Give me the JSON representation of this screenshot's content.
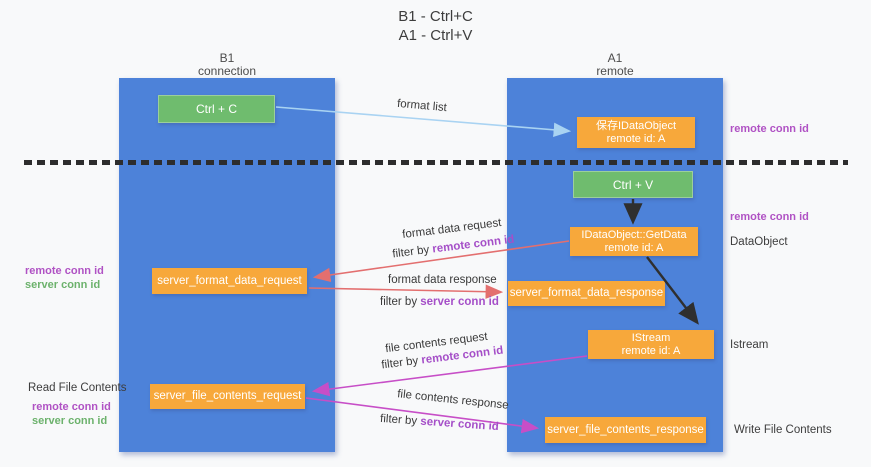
{
  "title": {
    "line1": "B1 - Ctrl+C",
    "line2": "A1 - Ctrl+V"
  },
  "lifelines": {
    "left": {
      "name": "B1",
      "role": "connection"
    },
    "right": {
      "name": "A1",
      "role": "remote"
    }
  },
  "nodes": {
    "ctrl_c": {
      "label": "Ctrl + C"
    },
    "ctrl_v": {
      "label": "Ctrl + V"
    },
    "save_dataobject": {
      "line1": "保存IDataObject",
      "line2": "remote id: A"
    },
    "getdata": {
      "line1": "IDataObject::GetData",
      "line2": "remote id: A"
    },
    "istream": {
      "line1": "IStream",
      "line2": "remote id: A"
    },
    "server_format_data_request": {
      "label": "server_format_data_request"
    },
    "server_format_data_response": {
      "label": "server_format_data_response"
    },
    "server_file_contents_request": {
      "label": "server_file_contents_request"
    },
    "server_file_contents_response": {
      "label": "server_file_contents_response"
    }
  },
  "flow_labels": {
    "format_list": "format list",
    "format_data_request": "format data request",
    "format_request_filter_prefix": "filter by ",
    "format_request_filter_key": "remote conn id",
    "format_data_response": "format data response",
    "format_response_filter_prefix": "filter by ",
    "format_response_filter_key": "server conn id",
    "file_contents_request": "file contents request",
    "file_request_filter_prefix": "filter by ",
    "file_request_filter_key": "remote conn id",
    "file_contents_response": "file contents response",
    "file_response_filter_prefix": "filter by ",
    "file_response_filter_key": "server conn id"
  },
  "side_labels": {
    "right_remote_conn_id_top": "remote conn id",
    "right_remote_conn_id_mid": "remote conn id",
    "right_dataobject": "DataObject",
    "right_istream": "Istream",
    "right_write_file_contents": "Write File Contents",
    "left_remote_conn_id_top": "remote conn id",
    "left_server_conn_id_top": "server conn id",
    "left_read_file_contents": "Read File Contents",
    "left_remote_conn_id_bottom": "remote conn id",
    "left_server_conn_id_bottom": "server conn id"
  },
  "colors": {
    "background": "#f8f9fa",
    "lifeline_blue": "#4d82d9",
    "node_green": "#6fbc6e",
    "node_orange": "#f7a83b",
    "arrow_light_blue": "#a9d3f2",
    "arrow_salmon": "#e36f6f",
    "arrow_magenta": "#c74ec7",
    "arrow_black": "#2f2f2f",
    "label_purple": "#b052c4",
    "label_green": "#6cb26c",
    "text_dark": "#3d3d3d"
  }
}
